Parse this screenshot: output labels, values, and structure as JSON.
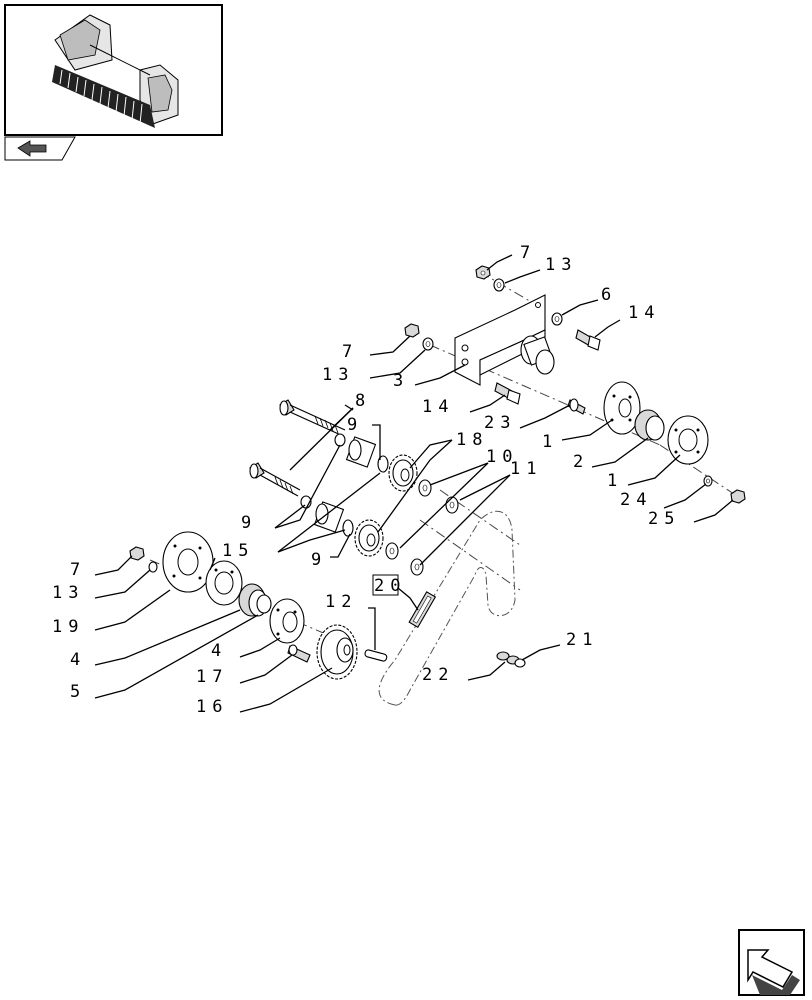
{
  "thumbnail": {
    "icon": "baler-pickup-reel-thumbnail"
  },
  "nav": {
    "back_icon": "back-arrow-icon",
    "next_icon": "forward-arrow-icon"
  },
  "callouts": [
    {
      "id": "c7a",
      "text": "7"
    },
    {
      "id": "c13a",
      "text": "13"
    },
    {
      "id": "c6",
      "text": "6"
    },
    {
      "id": "c14a",
      "text": "14"
    },
    {
      "id": "c7b",
      "text": "7"
    },
    {
      "id": "c13b",
      "text": "13"
    },
    {
      "id": "c3",
      "text": "3"
    },
    {
      "id": "c14b",
      "text": "14"
    },
    {
      "id": "c23",
      "text": "23"
    },
    {
      "id": "c8",
      "text": "8"
    },
    {
      "id": "c9a",
      "text": "9"
    },
    {
      "id": "c18",
      "text": "18"
    },
    {
      "id": "c10",
      "text": "10"
    },
    {
      "id": "c11",
      "text": "11"
    },
    {
      "id": "c1a",
      "text": "1"
    },
    {
      "id": "c2",
      "text": "2"
    },
    {
      "id": "c1b",
      "text": "1"
    },
    {
      "id": "c24",
      "text": "24"
    },
    {
      "id": "c25",
      "text": "25"
    },
    {
      "id": "c9b",
      "text": "9"
    },
    {
      "id": "c15",
      "text": "15"
    },
    {
      "id": "c9c",
      "text": "9"
    },
    {
      "id": "c7c",
      "text": "7"
    },
    {
      "id": "c13c",
      "text": "13"
    },
    {
      "id": "c19",
      "text": "19"
    },
    {
      "id": "c20",
      "text": "20"
    },
    {
      "id": "c12",
      "text": "12"
    },
    {
      "id": "c4a",
      "text": "4"
    },
    {
      "id": "c5",
      "text": "5"
    },
    {
      "id": "c4b",
      "text": "4"
    },
    {
      "id": "c17",
      "text": "17"
    },
    {
      "id": "c16",
      "text": "16"
    },
    {
      "id": "c21",
      "text": "21"
    },
    {
      "id": "c22",
      "text": "22"
    }
  ]
}
